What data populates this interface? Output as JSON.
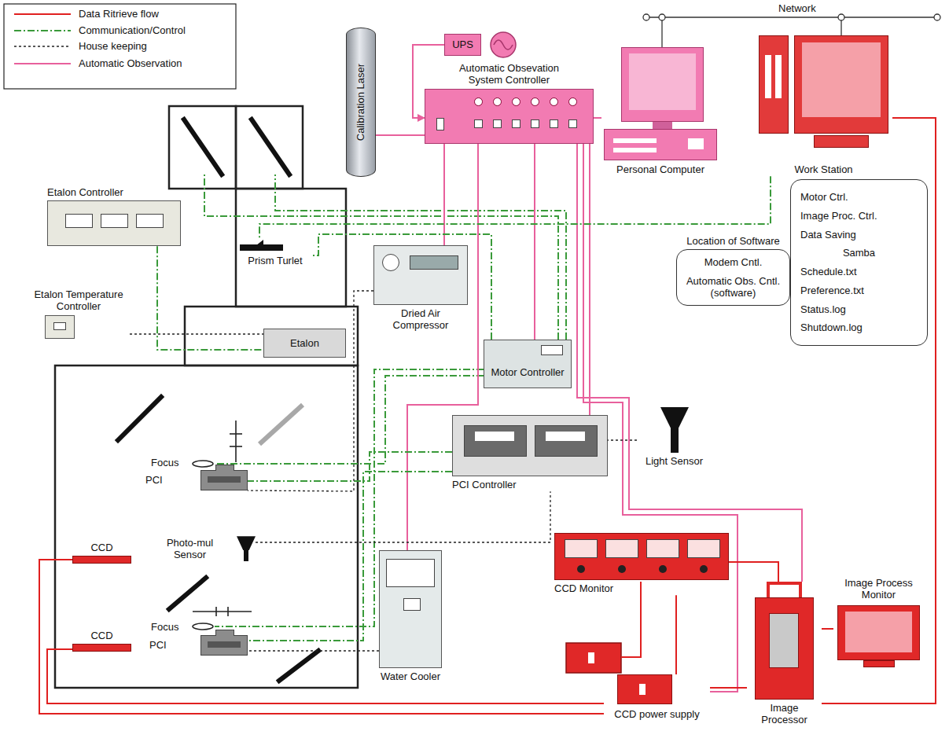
{
  "diagram": {
    "nodes": [
      {
        "text": [
          "Calibration Laser"
        ]
      },
      {
        "text": [
          "UPS"
        ]
      },
      {
        "text": [
          "Automatic Obsevation System Controller"
        ]
      },
      {
        "text": [
          "Personal Computer"
        ]
      },
      {
        "text": [
          "Work Station"
        ]
      },
      {
        "text": [
          "Etalon Controller"
        ]
      },
      {
        "text": [
          "Prism Turlet"
        ]
      },
      {
        "text": [
          "Etalon Temperature Controller"
        ]
      },
      {
        "text": [
          "Etalon"
        ]
      },
      {
        "text": [
          "Dried Air Compressor"
        ]
      },
      {
        "text": [
          "Motor Controller"
        ]
      },
      {
        "text": [
          "Location of Software",
          "Modem Cntl.",
          "Automatic Obs. Cntl. (software)"
        ]
      },
      {
        "text": [
          "Motor Ctrl.",
          "Image Proc. Ctrl.",
          "Data Saving",
          "Samba",
          "Schedule.txt",
          "Preference.txt",
          "Status.log",
          "Shutdown.log"
        ]
      },
      {
        "text": [
          "PCI"
        ]
      },
      {
        "text": [
          "Photo-mul Sensor"
        ]
      },
      {
        "text": [
          "CCD"
        ]
      },
      {
        "text": [
          "PCI"
        ]
      },
      {
        "text": [
          "CCD"
        ]
      },
      {
        "text": [
          "PCI Controller"
        ]
      },
      {
        "text": [
          "Light Sensor"
        ]
      },
      {
        "text": [
          "Water Cooler"
        ]
      },
      {
        "text": [
          "CCD Monitor"
        ]
      },
      {
        "text": [
          "CCD power supply"
        ]
      },
      {
        "text": [
          "Image Processor"
        ]
      },
      {
        "text": [
          "Image Process Monitor"
        ]
      }
    ],
    "edges": [
      {
        "from": 1,
        "to": 2,
        "arrow": "to"
      },
      {
        "from": 0,
        "to": 2,
        "arrow": "none"
      },
      {
        "from": 2,
        "to": 3,
        "arrow": "none"
      },
      {
        "from": 2,
        "to": 9,
        "arrow": "none"
      },
      {
        "from": 2,
        "to": 10,
        "arrow": "none"
      },
      {
        "from": 2,
        "to": 20,
        "arrow": "none"
      },
      {
        "from": 2,
        "to": 18,
        "arrow": "none"
      },
      {
        "from": 2,
        "to": 22,
        "arrow": "none"
      },
      {
        "from": 2,
        "to": 23,
        "arrow": "none"
      },
      {
        "from": 5,
        "to": 8,
        "arrow": "none"
      },
      {
        "from": 4,
        "to": 6,
        "arrow": "none"
      },
      {
        "from": 10,
        "to": 6,
        "arrow": "none"
      },
      {
        "from": 18,
        "to": 13,
        "arrow": "none"
      },
      {
        "from": 18,
        "to": 16,
        "arrow": "none"
      },
      {
        "from": 15,
        "to": 22,
        "arrow": "none"
      },
      {
        "from": 17,
        "to": 22,
        "arrow": "none"
      },
      {
        "from": 22,
        "to": 21,
        "arrow": "none"
      },
      {
        "from": 22,
        "to": 23,
        "arrow": "none"
      },
      {
        "from": 21,
        "to": 23,
        "arrow": "none"
      },
      {
        "from": 23,
        "to": 4,
        "arrow": "none"
      },
      {
        "from": 23,
        "to": 24,
        "arrow": "none"
      },
      {
        "from": 7,
        "to": 8,
        "arrow": "none"
      },
      {
        "from": 19,
        "to": 18,
        "arrow": "none"
      },
      {
        "from": 14,
        "to": 18,
        "arrow": "none"
      },
      {
        "from": 9,
        "to": 13,
        "arrow": "none"
      },
      {
        "from": 20,
        "to": 16,
        "arrow": "none"
      }
    ],
    "labels": [
      "Network",
      "Focus",
      "Focus"
    ],
    "legend": [
      {
        "text": "Data Ritrieve flow"
      },
      {
        "text": "Communication/Control"
      },
      {
        "text": "House keeping"
      },
      {
        "text": "Automatic Observation"
      }
    ]
  }
}
